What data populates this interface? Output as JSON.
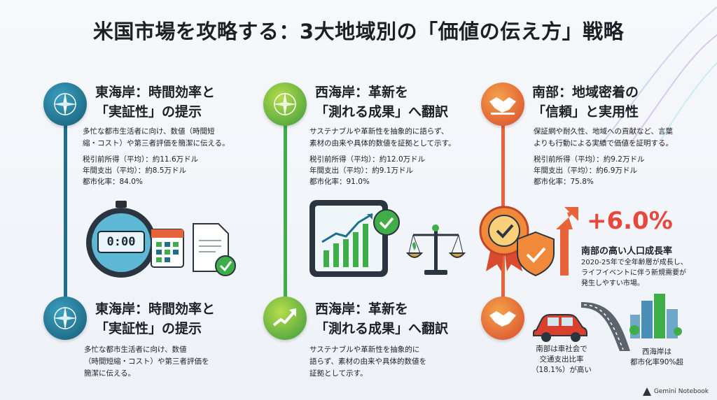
{
  "title": "米国市場を攻略する：3大地域別の「価値の伝え方」戦略",
  "columns": [
    {
      "heading_line1": "東海岸：時間効率と",
      "heading_line2": "「実証性」の提示",
      "desc_line1": "多忙な都市生活者に向け、数値（時間短",
      "desc_line2": "縮・コスト）や第三者評価を簡潔に伝える。",
      "stats": [
        "税引前所得（平均）：約11.6万ドル",
        "年間支出（平均）：約8.5万ドル",
        "都市化率：84.0%"
      ],
      "stopwatch_display": "0:00",
      "bottom_heading_line1": "東海岸：時間効率と",
      "bottom_heading_line2": "「実証性」の提示",
      "bottom_desc": [
        "多忙な都市生活者に向け、数値",
        "（時間短縮・コスト）や第三者評価を",
        "簡潔に伝える。"
      ]
    },
    {
      "heading_line1": "西海岸：革新を",
      "heading_line2": "「測れる成果」へ翻訳",
      "desc_line1": "サステナブルや革新性を抽象的に語らず、",
      "desc_line2": "素材の由来や具体的数値を証拠として示す。",
      "stats": [
        "税引前所得（平均）：約12.0万ドル",
        "年間支出（平均）：約9.1万ドル",
        "都市化率：91.0%"
      ],
      "bottom_heading_line1": "西海岸：革新を",
      "bottom_heading_line2": "「測れる成果」へ翻訳",
      "bottom_desc": [
        "サステナブルや革新性を抽象的に",
        "語らず、素材の由来や具体的数値を",
        "証拠として示す。"
      ]
    },
    {
      "heading_line1": "南部：地域密着の",
      "heading_line2": "「信頼」と実用性",
      "desc_line1": "保証網や耐久性、地域への貢献など、言葉",
      "desc_line2": "よりも行動による実績で価値を証明する。",
      "stats": [
        "税引前所得（平均）：約9.2万ドル",
        "年間支出（平均）：約6.9万ドル",
        "都市化率：75.8%"
      ],
      "growth_pct": "+6.0%",
      "growth_title": "南部の高い人口成長率",
      "growth_desc": [
        "2020-25年で全年齢層が成長し、",
        "ライフイベントに伴う新規需要が",
        "発生しやすい市場。"
      ],
      "car_caption": [
        "南部は車社会で",
        "交通支出比率",
        "（18.1%）が高い"
      ],
      "city_caption": [
        "西海岸は",
        "都市化率90%超"
      ]
    }
  ],
  "footer": "Gemini Notebook",
  "colors": {
    "east": "#1f6f8b",
    "west": "#3fae49",
    "south": "#e8623a"
  }
}
